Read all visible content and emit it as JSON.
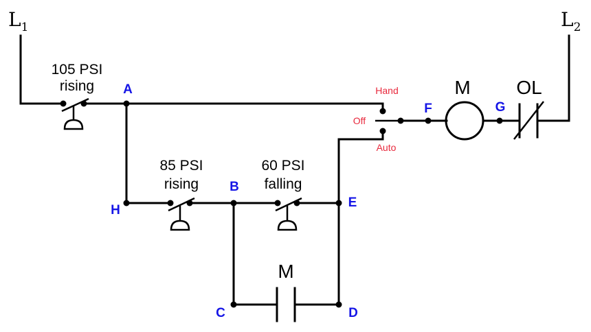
{
  "rails": {
    "left": {
      "letter": "L",
      "sub": "1"
    },
    "right": {
      "letter": "L",
      "sub": "2"
    }
  },
  "switches": {
    "psi105": {
      "line1": "105 PSI",
      "line2": "rising"
    },
    "psi85": {
      "line1": "85 PSI",
      "line2": "rising"
    },
    "psi60": {
      "line1": "60 PSI",
      "line2": "falling"
    }
  },
  "selector": {
    "hand": "Hand",
    "off": "Off",
    "auto": "Auto"
  },
  "motor": {
    "label": "M"
  },
  "overload": {
    "label": "OL"
  },
  "seal_in_contact": {
    "label": "M"
  },
  "nodes": {
    "A": "A",
    "B": "B",
    "C": "C",
    "D": "D",
    "E": "E",
    "F": "F",
    "G": "G",
    "H": "H"
  },
  "colors": {
    "node_label": "#1515e6",
    "selector_label": "#e8283c",
    "wire": "#000000"
  }
}
